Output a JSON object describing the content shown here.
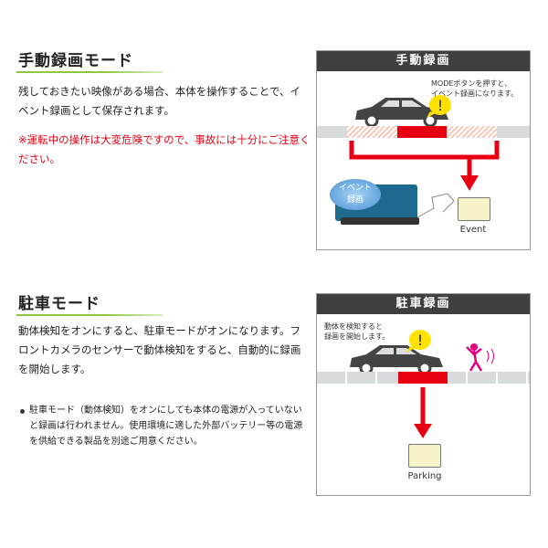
{
  "manual": {
    "heading": "手動録画モード",
    "body": "残しておきたい映像がある場合、本体を操作することで、イベント録画として保存されます。",
    "warning": "※運転中の操作は大変危険ですので、事故には十分にご注意ください。",
    "panel": {
      "title": "手動録画",
      "caption_line1": "MODEボタンを押すと、",
      "caption_line2": "イベント録画になります。",
      "bubble_line1": "イベント",
      "bubble_line2": "録画",
      "folder_label": "Event"
    }
  },
  "parking": {
    "heading": "駐車モード",
    "body": "動体検知をオンにすると、駐車モードがオンになります。フロントカメラのセンサーで動体検知をすると、自動的に録画を開始します。",
    "note": "駐車モード（動体検知）をオンにしても本体の電源が入っていないと録画は行われません。使用環境に適した外部バッテリー等の電源を供給できる製品を別途ご用意ください。",
    "panel": {
      "title": "駐車録画",
      "caption_line1": "動体を検知すると",
      "caption_line2": "録画を開始します。",
      "folder_label": "Parking"
    }
  },
  "colors": {
    "accent_green": "#8dc63f",
    "alert_red": "#e60012",
    "header_dark": "#3f3f3f"
  }
}
